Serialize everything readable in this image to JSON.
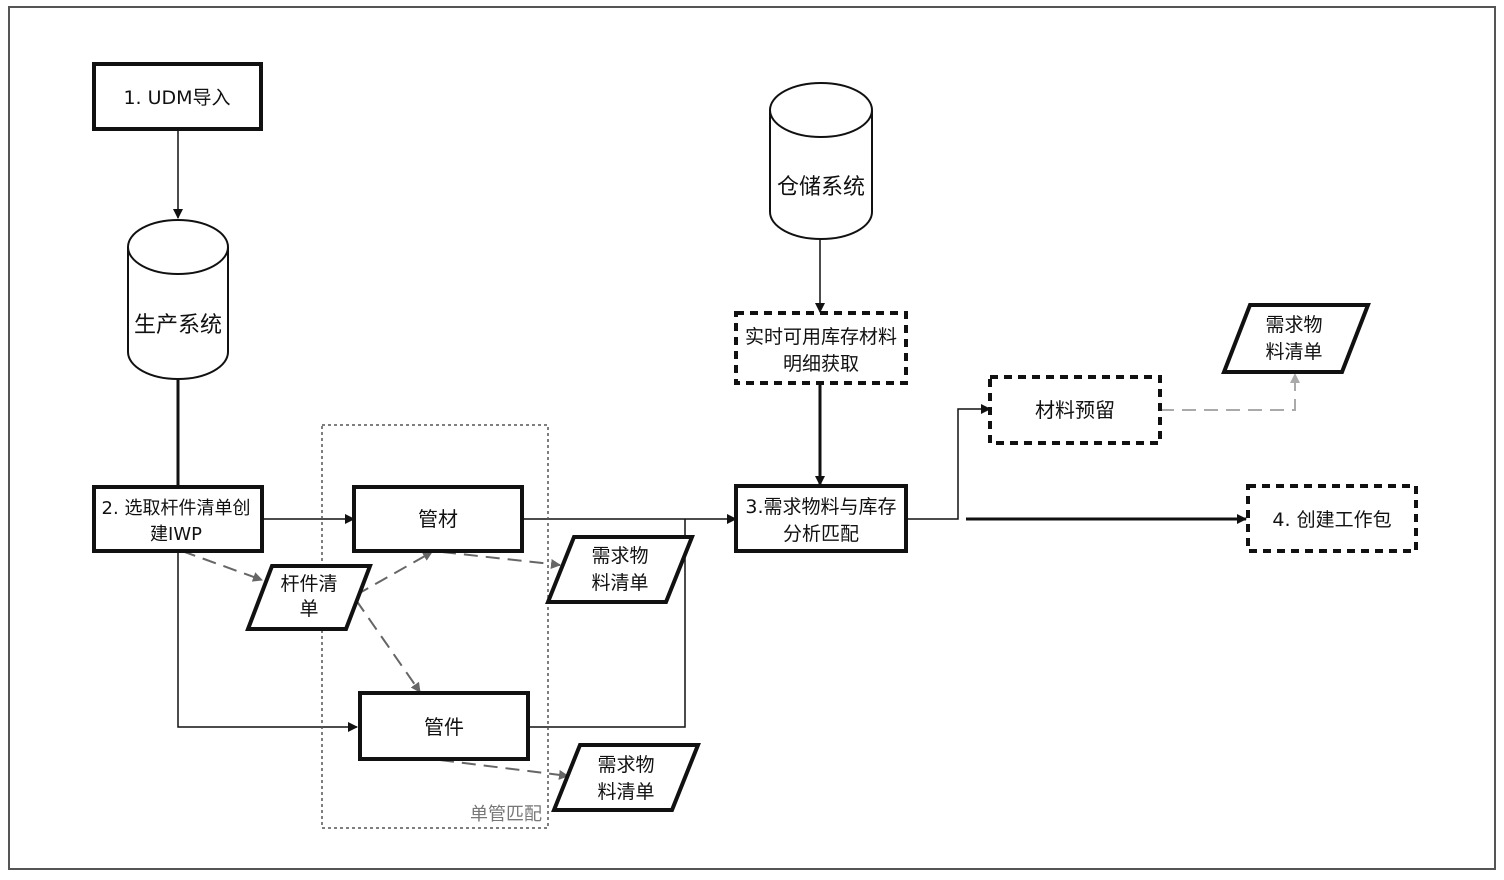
{
  "nodes": {
    "udm_import": "1. UDM导入",
    "production_system": "生产系统",
    "warehouse_system": "仓储系统",
    "select_member_list": [
      "2. 选取杆件清单创",
      "建IWP"
    ],
    "member_list": [
      "杆件清",
      "单"
    ],
    "pipe_material": "管材",
    "pipe_fitting": "管件",
    "demand_list_material": [
      "需求物",
      "料清单"
    ],
    "demand_list_fitting": [
      "需求物",
      "料清单"
    ],
    "realtime_stock": [
      "实时可用库存材料",
      "明细获取"
    ],
    "match_demand_stock": [
      "3.需求物料与库存",
      "分析匹配"
    ],
    "material_reservation": "材料预留",
    "demand_list_reservation": [
      "需求物",
      "料清单"
    ],
    "create_work_package": "4. 创建工作包",
    "single_pipe_match": "单管匹配"
  },
  "colors": {
    "stroke": "#111111",
    "dashed_arrow": "#666666",
    "light_dashed_arrow": "#aaaaaa",
    "frame": "#555555"
  }
}
